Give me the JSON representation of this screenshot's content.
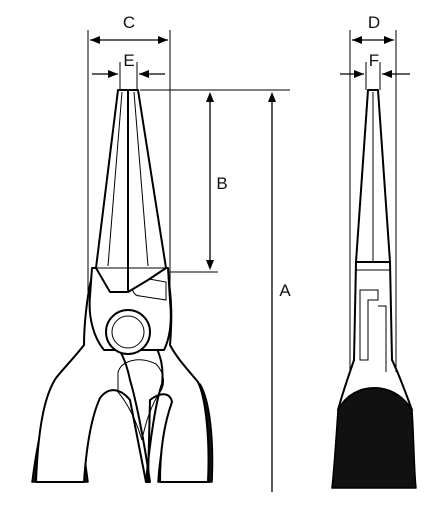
{
  "figure": {
    "labels": {
      "overall_length": "A",
      "jaw_length": "B",
      "head_width": "C",
      "head_thickness": "D",
      "tip_width": "E",
      "tip_thickness": "F"
    },
    "colors": {
      "line": "#000000",
      "grip": "#111111",
      "background": "#ffffff"
    }
  }
}
